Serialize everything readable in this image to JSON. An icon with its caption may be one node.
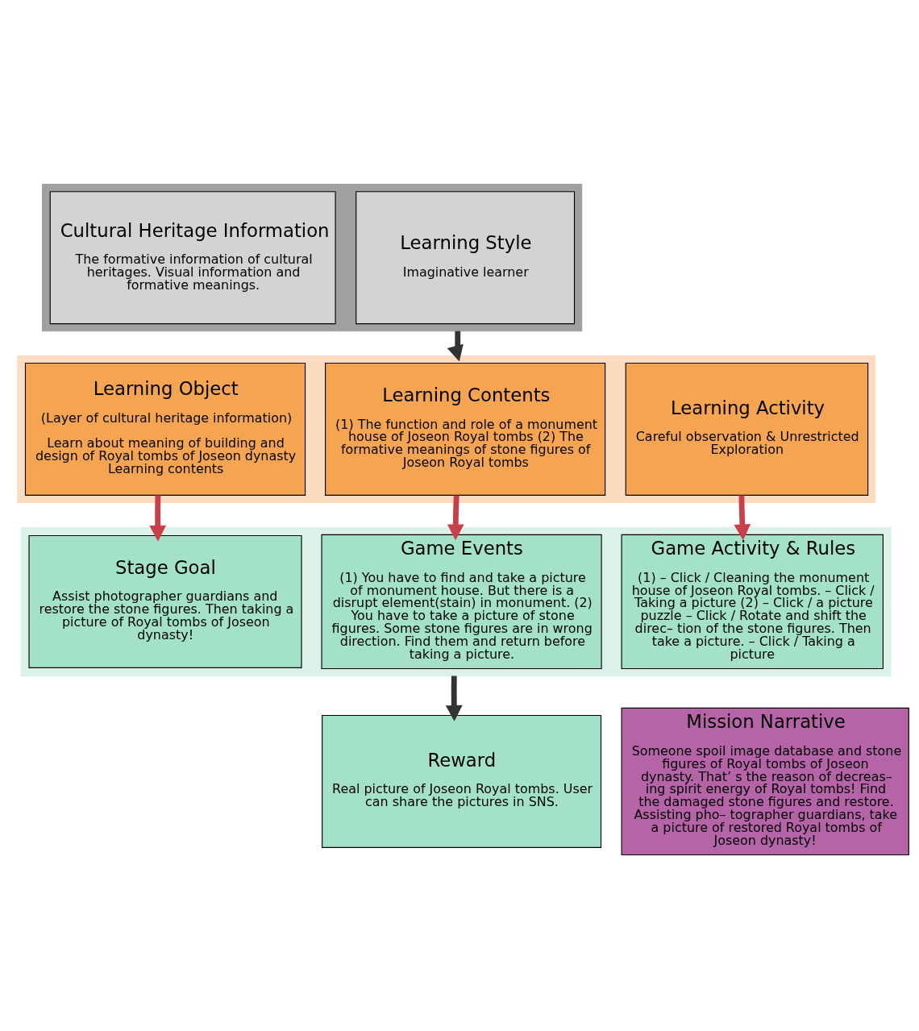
{
  "diagram": {
    "nodes": [
      {
        "text": [],
        "shape": "box"
      },
      {
        "text": [
          "Cultural Heritage Information",
          "The formative information of cultural heritages. Visual information and formative meanings."
        ],
        "in": 0
      },
      {
        "text": [
          "Learning Style",
          "Imaginative learner"
        ],
        "in": 0
      },
      {
        "text": [],
        "shape": "box"
      },
      {
        "text": [
          "Learning Object",
          "(Layer of cultural heritage information)",
          "Learn about meaning of building and design of Royal tombs of Joseon dynasty Learning contents"
        ],
        "in": 3
      },
      {
        "text": [
          "Learning Contents",
          "(1) The function and role of a monument house of Joseon Royal tombs (2) The formative meanings of stone figures of Joseon Royal tombs"
        ],
        "in": 3
      },
      {
        "text": [
          "Learning Activity",
          "Careful observation & Unrestricted Exploration"
        ],
        "in": 3
      },
      {
        "text": [],
        "shape": "box"
      },
      {
        "text": [
          "Stage Goal",
          "Assist photographer guardians and restore the stone figures. Then taking a picture of Royal tombs of Joseon dynasty!"
        ],
        "in": 7
      },
      {
        "text": [
          "Game Events",
          "(1) You have to find and take a picture of monument house. But there is a disrupt element(stain) in monument. (2) You have to take a picture of stone figures. Some stone figures are in wrong direction. Find them and return before taking a picture."
        ],
        "in": 7
      },
      {
        "text": [
          "Game Activity & Rules",
          "(1) – Click / Cleaning the monument house of Joseon Royal tombs. – Click / Taking a picture (2) – Click / a picture puzzle – Click / Rotate and shift the direc– tion of the stone figures. Then take a picture. – Click / Taking a picture"
        ],
        "in": 7
      },
      {
        "text": [
          "Reward",
          "Real picture of Joseon Royal tombs. User can share the pictures in SNS."
        ]
      },
      {
        "text": [
          "Mission Narrative",
          "Someone spoil image database and stone figures of Royal tombs of Joseon dynasty. That’ s the reason of decreas– ing spirit energy of Royal tombs! Find the damaged stone figures and restore. Assisting pho– tographer guardians, take a picture of restored Royal tombs of Joseon dynasty!"
        ]
      }
    ],
    "edges": [
      {
        "from": 0,
        "to": 3,
        "arrow": "to",
        "color": "#333333"
      },
      {
        "from": 4,
        "to": 8,
        "arrow": "to"
      },
      {
        "from": 5,
        "to": 9,
        "arrow": "to"
      },
      {
        "from": 6,
        "to": 10,
        "arrow": "to"
      },
      {
        "from": 7,
        "to": 11,
        "arrow": "to",
        "color": "#333333"
      }
    ]
  }
}
